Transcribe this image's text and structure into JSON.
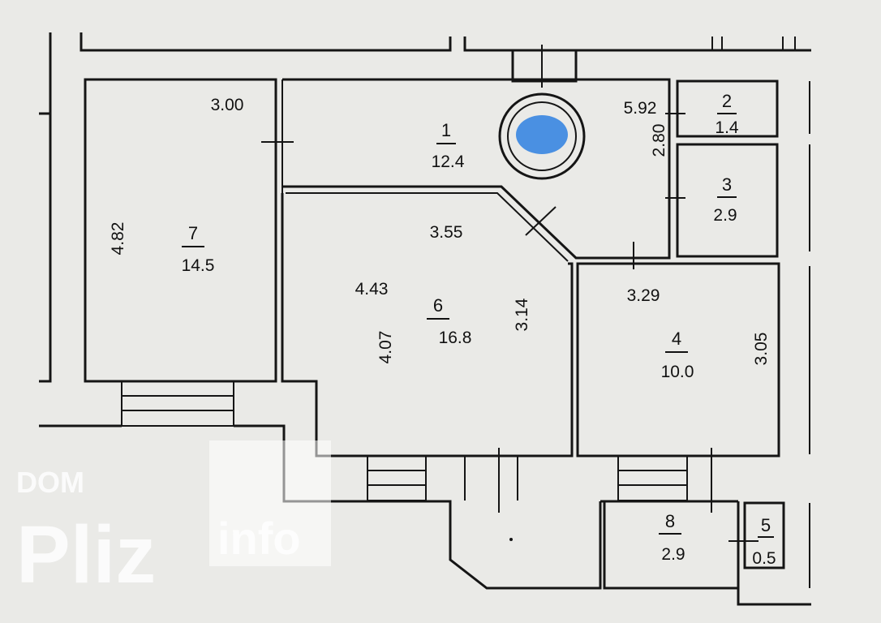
{
  "rooms": [
    {
      "number": "1",
      "area": "12.4"
    },
    {
      "number": "2",
      "area": "1.4"
    },
    {
      "number": "3",
      "area": "2.9"
    },
    {
      "number": "4",
      "area": "10.0"
    },
    {
      "number": "5",
      "area": "0.5"
    },
    {
      "number": "6",
      "area": "16.8"
    },
    {
      "number": "7",
      "area": "14.5"
    },
    {
      "number": "8",
      "area": "2.9"
    }
  ],
  "dimensions": {
    "d300": "3.00",
    "d482": "4.82",
    "d592": "5.92",
    "d280": "2.80",
    "d355": "3.55",
    "d443": "4.43",
    "d407": "4.07",
    "d314": "3.14",
    "d329": "3.29",
    "d305": "3.05"
  },
  "watermark": {
    "line1": "DOM",
    "line2": "Pliz",
    "line3": "info"
  },
  "colors": {
    "background": "#eaeae7",
    "walls": "#151515",
    "marker": "#4a90e2"
  },
  "icons": [
    "blue-dot-marker"
  ]
}
